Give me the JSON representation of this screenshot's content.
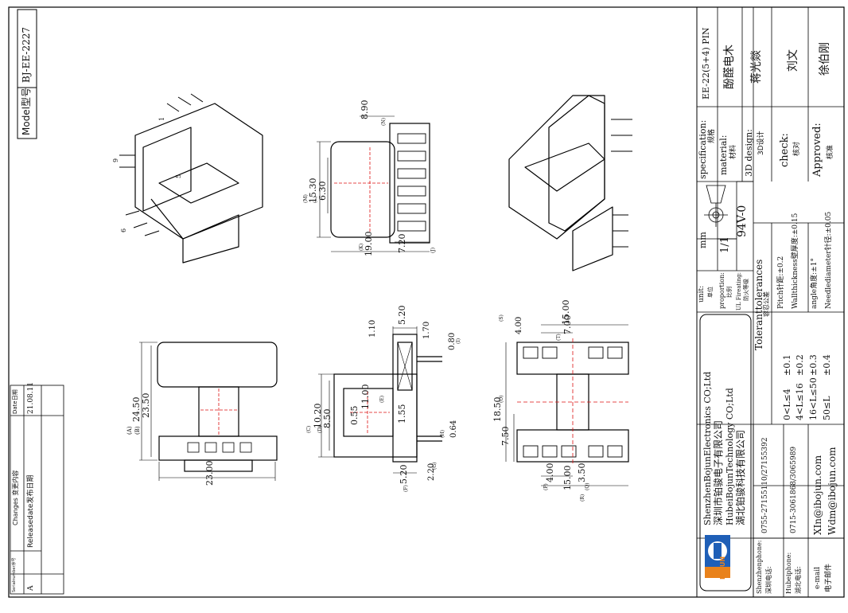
{
  "model": {
    "label": "Model型号",
    "value": "BJ-EE-2227"
  },
  "changes_table": {
    "headers": {
      "serial": "Serialnumber序号",
      "changes": "Changes 变更内容",
      "date": "Date日期"
    },
    "rows": [
      {
        "serial": "A",
        "changes": "Releasedate发布日期",
        "date": "21.08.11"
      }
    ]
  },
  "title_block": {
    "specification": {
      "label": "specification:",
      "sub": "规格",
      "value": "EE-22(5+4) PIN"
    },
    "material": {
      "label": "material:",
      "sub": "材料",
      "value": "酚醛电木"
    },
    "design": {
      "label": "3D design:",
      "sub": "3D设计",
      "value": "蒋光燚"
    },
    "check": {
      "label": "check:",
      "sub": "核对",
      "value": "刘文"
    },
    "approved": {
      "label": "Approved:",
      "sub": "核准",
      "value": "徐伯刚"
    },
    "unit": {
      "label": "unit:",
      "sub": "单位",
      "value": "mm"
    },
    "proportion": {
      "label": "proportion:",
      "sub": "比例",
      "value": "1/1"
    },
    "fire": {
      "label": "UL Fireating:",
      "sub": "防火等级",
      "value": "94V-0"
    },
    "tolerances": {
      "title": "Toleranttolerances",
      "sub": "容忍公差",
      "rows": [
        {
          "range": "0<L≤4",
          "value": "±0.1"
        },
        {
          "range": "4<L≤16",
          "value": "±0.2"
        },
        {
          "range": "16<L≤50",
          "value": "±0.3"
        },
        {
          "range": "50≤L",
          "value": "±0.4"
        }
      ],
      "notes": [
        "Pitch针距:±0.2",
        "Wallthickness壁厚度:±0.15",
        "angle角度:±1°",
        "Needlediameter针径:±0.05"
      ]
    }
  },
  "company": {
    "names": [
      "ShenzhenBojunElectronics CO;Ltd",
      "深圳市铂骏电子有限公司",
      "HubeiBojunTechnology CO;Ltd",
      "湖北铂骏科技有限公司"
    ],
    "logo_text": "BOJUN",
    "contacts": [
      {
        "label": "Shenzhenphone:",
        "sub": "深圳电话:",
        "value": "0755-27155110/27155392"
      },
      {
        "label": "Hubeiphone:",
        "sub": "湖北电话:",
        "value": "0715-3061868/3065989"
      },
      {
        "label": "e-mail",
        "sub": "电子邮件",
        "value": "XIn@ibojun.com",
        "value2": "Wdm@ibojun.com"
      }
    ]
  },
  "dimensions": {
    "view_top": [
      "24.50",
      "23.50",
      "(A)",
      "(B)",
      "23.00"
    ],
    "view_side": [
      "8.90",
      "15.30",
      "6.30",
      "19.00",
      "7.20",
      "(M)",
      "(L)",
      "(N)",
      "(K)",
      "(J)"
    ],
    "view_section": [
      "5.20",
      "1.10",
      "1.70",
      "0.80",
      "10.20",
      "8.50",
      "11.00",
      "0.55",
      "1.55",
      "0.64",
      "5.20",
      "2.20",
      "(C)",
      "(D)",
      "(E)",
      "(F)",
      "(G)",
      "(H)",
      "(I)"
    ],
    "view_bottom": [
      "15.00",
      "4.00",
      "7.00",
      "18.50",
      "7.50",
      "4.00",
      "3.50",
      "15.00",
      "(S)",
      "(T)",
      "(O)",
      "(P)",
      "(Q)",
      "(R)"
    ],
    "pin_labels": [
      "1",
      "5",
      "6",
      "9"
    ]
  }
}
